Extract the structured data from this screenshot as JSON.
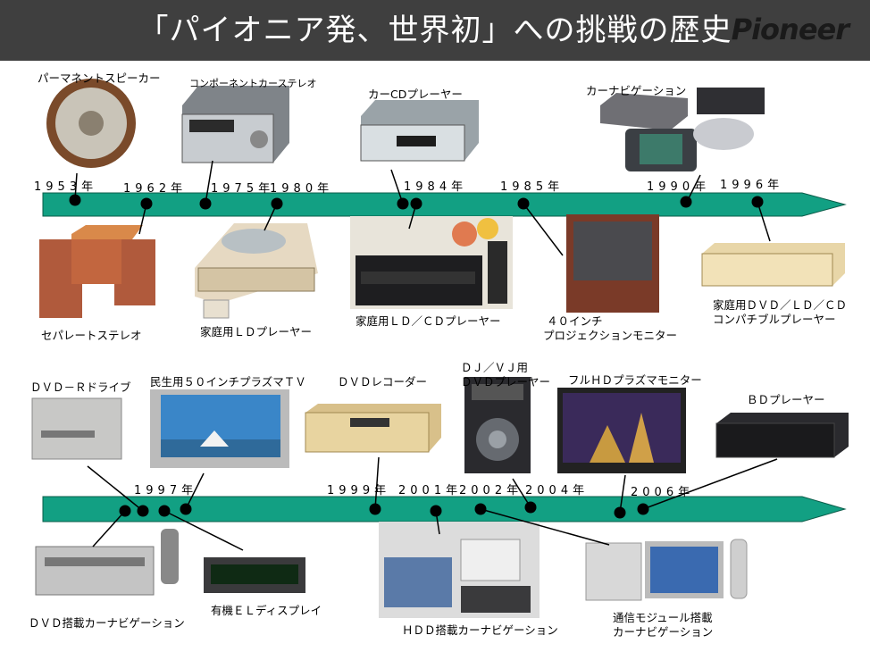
{
  "header": {
    "title": "「パイオニア発、世界初」への挑戦の歴史",
    "brand": "Pioneer"
  },
  "colors": {
    "header_bg": "#3f3f3f",
    "arrow_fill": "#12a083",
    "arrow_stroke": "#0b5d4a",
    "dot": "#000000"
  },
  "row1": {
    "years": [
      "1953年",
      "1962年",
      "1975年",
      "1980年",
      "1984年",
      "1985年",
      "1990年",
      "1996年"
    ],
    "products": [
      "パーマネントスピーカー",
      "コンポーネントカーステレオ",
      "カーCDプレーヤー",
      "カーナビゲーション",
      "セパレートステレオ",
      "家庭用ＬＤプレーヤー",
      "家庭用ＬＤ／ＣＤプレーヤー",
      "４０インチ",
      "プロジェクションモニター",
      "家庭用ＤＶＤ／ＬＤ／ＣＤ",
      "コンパチブルプレーヤー"
    ]
  },
  "row2": {
    "years": [
      "1997年",
      "1999年",
      "2001年",
      "2002年",
      "2004年",
      "2006年"
    ],
    "products": [
      "ＤＶＤ－Ｒドライブ",
      "民生用５０インチプラズマＴＶ",
      "ＤＶＤレコーダー",
      "ＤＪ／ＶＪ用",
      "ＤＶＤプレーヤー",
      "フルＨＤプラズマモニター",
      "ＢＤプレーヤー",
      "ＤＶＤ搭載カーナビゲーション",
      "有機ＥＬディスプレイ",
      "ＨＤＤ搭載カーナビゲーション",
      "通信モジュール搭載",
      "カーナビゲーション"
    ]
  },
  "images": [
    "permanent-speaker",
    "component-car-stereo",
    "car-cd-player",
    "car-navigation",
    "separate-stereo",
    "home-ld-player",
    "home-ld-cd-player",
    "projection-monitor",
    "compatible-player",
    "dvd-r-drive",
    "plasma-tv",
    "dvd-recorder",
    "dj-dvd-player",
    "full-hd-plasma",
    "bd-player",
    "dvd-car-nav",
    "oled-display",
    "hdd-car-nav",
    "telematics-car-nav"
  ]
}
